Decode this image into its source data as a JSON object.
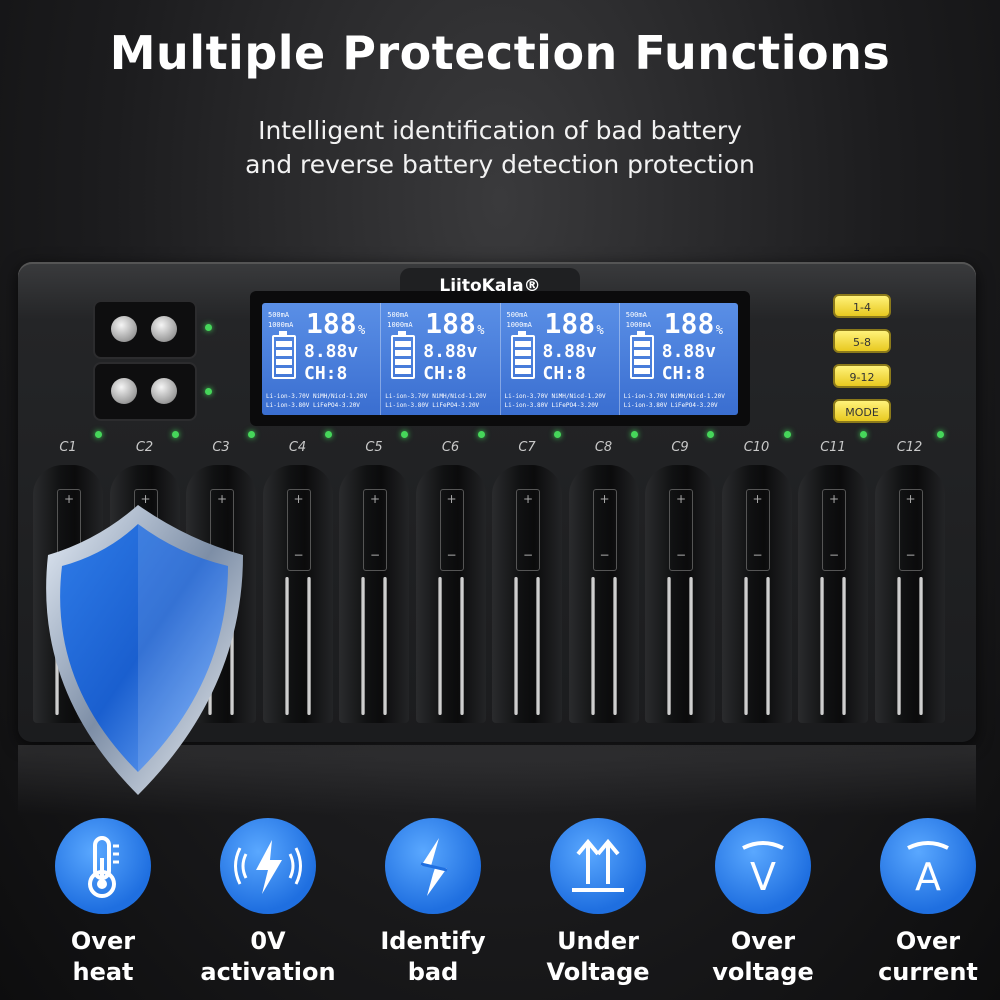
{
  "header": {
    "title": "Multiple Protection Functions",
    "subtitle_line1": "Intelligent identification of bad battery",
    "subtitle_line2": "and reverse battery detection protection"
  },
  "charger": {
    "brand": "LiitoKala®",
    "lcd_cells": [
      {
        "ma1": "500mA",
        "ma2": "1000mA",
        "big": "188",
        "pct": "%",
        "volt": "8.88v",
        "ch": "CH:8",
        "foot1": "Li-ion-3.70V  NiMH/Nicd-1.20V",
        "foot2": "Li-ion-3.80V  LiFePO4-3.20V"
      },
      {
        "ma1": "500mA",
        "ma2": "1000mA",
        "big": "188",
        "pct": "%",
        "volt": "8.88v",
        "ch": "CH:8",
        "foot1": "Li-ion-3.70V  NiMH/Nicd-1.20V",
        "foot2": "Li-ion-3.80V  LiFePO4-3.20V"
      },
      {
        "ma1": "500mA",
        "ma2": "1000mA",
        "big": "188",
        "pct": "%",
        "volt": "8.88v",
        "ch": "CH:8",
        "foot1": "Li-ion-3.70V  NiMH/Nicd-1.20V",
        "foot2": "Li-ion-3.80V  LiFePO4-3.20V"
      },
      {
        "ma1": "500mA",
        "ma2": "1000mA",
        "big": "188",
        "pct": "%",
        "volt": "8.88v",
        "ch": "CH:8",
        "foot1": "Li-ion-3.70V  NiMH/Nicd-1.20V",
        "foot2": "Li-ion-3.80V  LiFePO4-3.20V"
      }
    ],
    "mode_buttons": [
      "1-4",
      "5-8",
      "9-12",
      "MODE"
    ],
    "slot_labels": [
      "C1",
      "C2",
      "C3",
      "C4",
      "C5",
      "C6",
      "C7",
      "C8",
      "C9",
      "C10",
      "C11",
      "C12"
    ]
  },
  "features": [
    {
      "icon": "thermometer-icon",
      "line1": "Over",
      "line2": "heat"
    },
    {
      "icon": "lightning-activation-icon",
      "line1": "0V",
      "line2": "activation"
    },
    {
      "icon": "broken-lightning-icon",
      "line1": "Identify",
      "line2": "bad"
    },
    {
      "icon": "double-arrow-up-icon",
      "line1": "Under",
      "line2": "Voltage"
    },
    {
      "icon": "voltage-v-icon",
      "line1": "Over",
      "line2": "voltage"
    },
    {
      "icon": "current-a-icon",
      "line1": "Over",
      "line2": "current"
    }
  ],
  "colors": {
    "background": "#1c1c1e",
    "lcd_blue": "#3a6ed0",
    "feature_blue": "#1f6fe0",
    "button_yellow": "#f0d83a",
    "led_green": "#46d65a"
  }
}
